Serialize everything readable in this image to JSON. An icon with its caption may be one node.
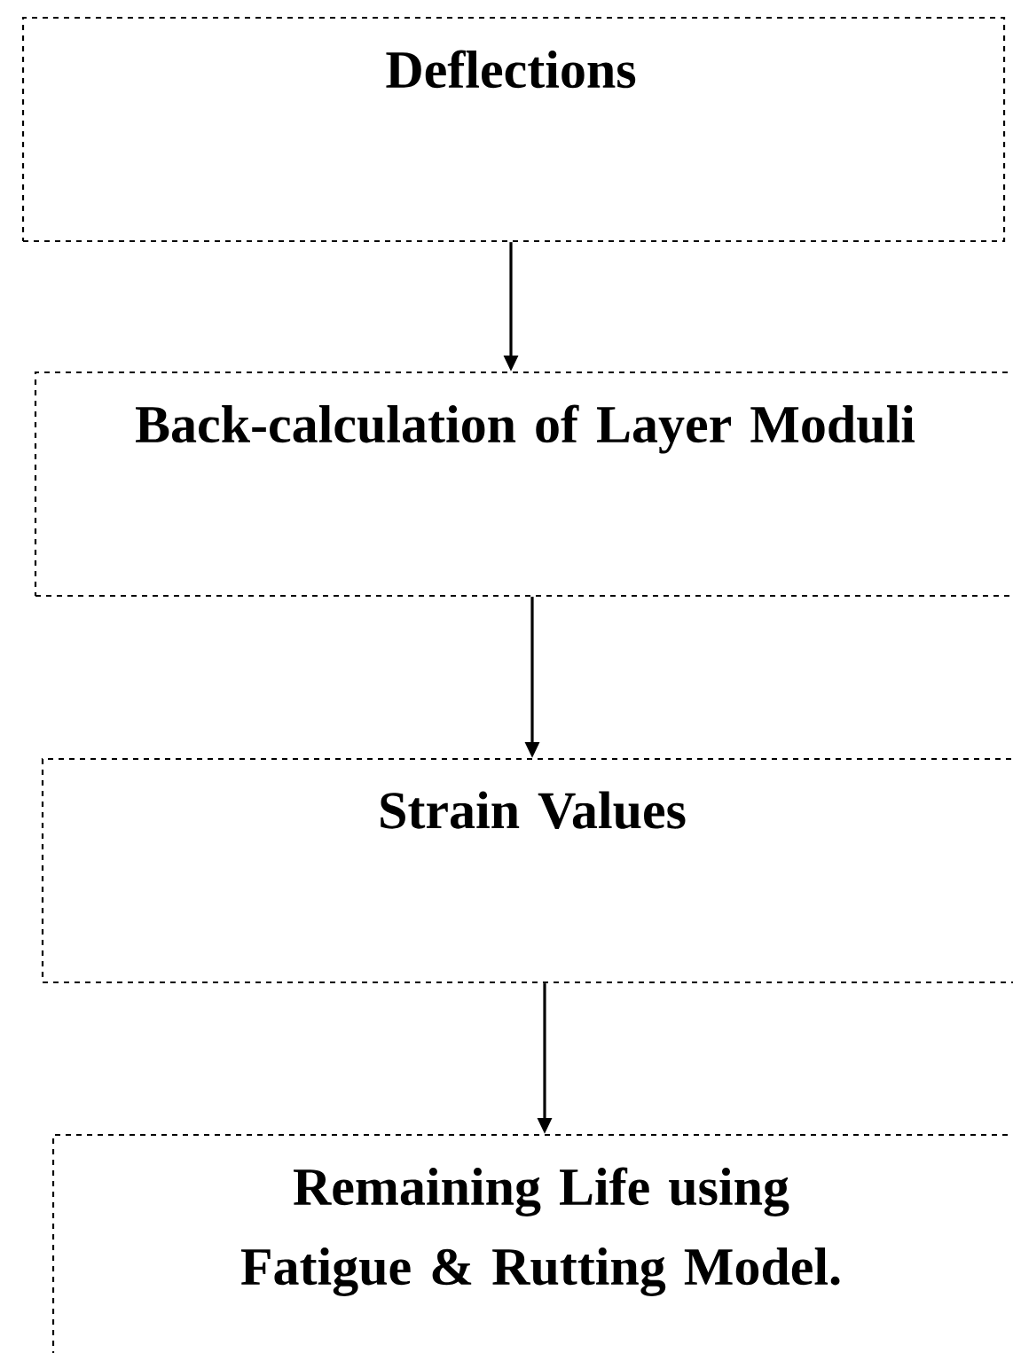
{
  "diagram": {
    "nodes": [
      {
        "text": [
          "Deflections"
        ]
      },
      {
        "text": [
          "Back-calculation of Layer Moduli"
        ]
      },
      {
        "text": [
          "Strain Values"
        ]
      },
      {
        "text": [
          "Remaining Life using Fatigue & Rutting Model."
        ]
      }
    ],
    "edges": [
      {
        "from": 0,
        "to": 1,
        "arrow": "to"
      },
      {
        "from": 1,
        "to": 2,
        "arrow": "to"
      },
      {
        "from": 2,
        "to": 3,
        "arrow": "to"
      }
    ]
  }
}
